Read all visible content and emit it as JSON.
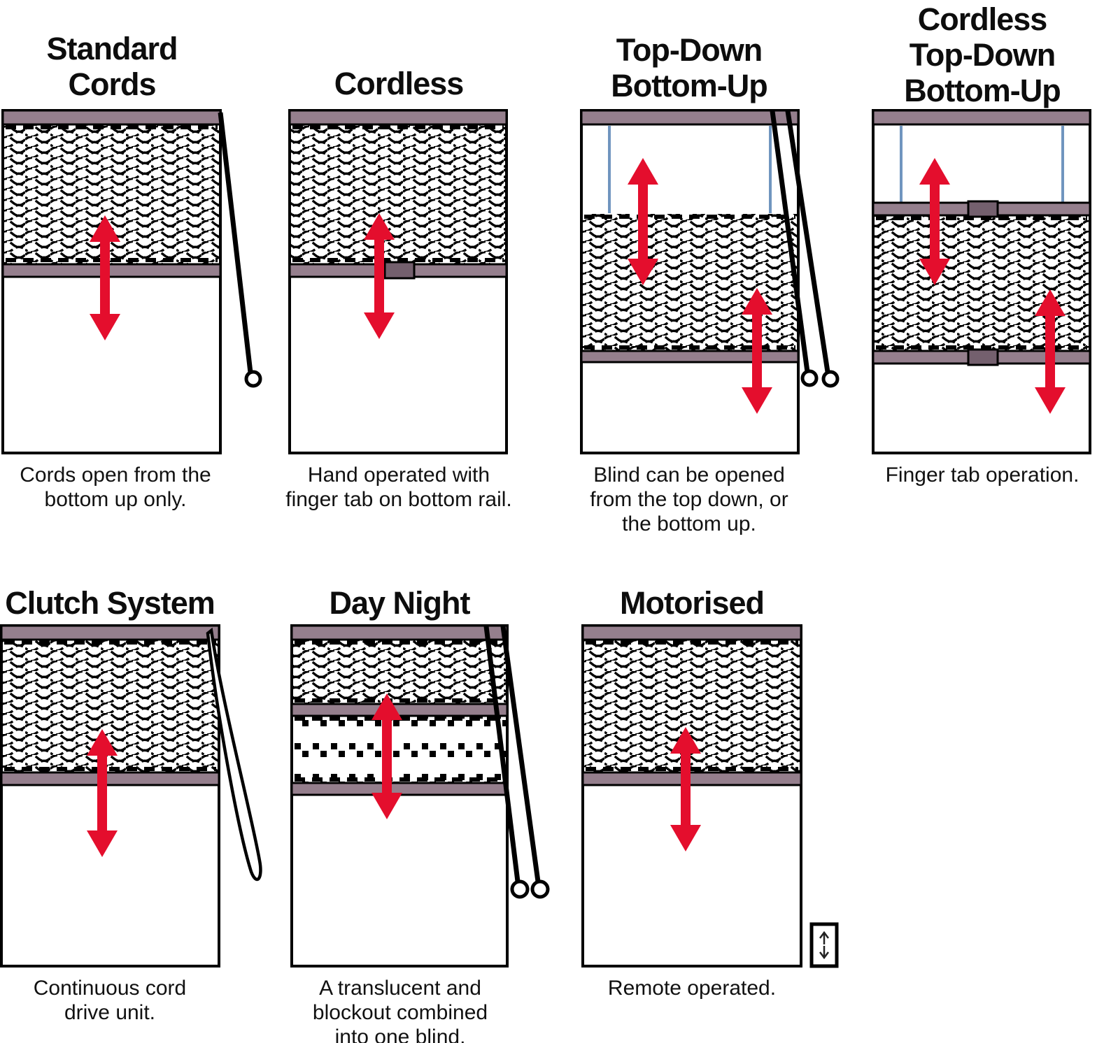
{
  "colors": {
    "rail": "#957f8d",
    "tab": "#74606e",
    "red": "#e40e2d",
    "blue": "#7095bf"
  },
  "icons": {
    "up-down-arrow-icon": "red double-headed vertical arrow",
    "pull-cord-icon": "black cord line ending in a ring",
    "cord-loop-icon": "continuous cord loop",
    "finger-tab-icon": "small dark tab on rail",
    "guide-string-icon": "thin blue vertical string",
    "remote-control-icon": "small remote with up/down arrows",
    "fabric-texture": "woven zigzag blind fabric",
    "translucent-texture": "sparse dotted translucent fabric"
  },
  "panels": [
    {
      "id": "standard-cords",
      "title": "Standard\nCords",
      "caption": "Cords open from the\nbottom up only."
    },
    {
      "id": "cordless",
      "title": "Cordless",
      "caption": "Hand operated with\nfinger tab on bottom rail."
    },
    {
      "id": "top-down-bottom-up",
      "title": "Top-Down\nBottom-Up",
      "caption": "Blind can be opened\nfrom the top down, or\nthe bottom up."
    },
    {
      "id": "cordless-top-down-bottom-up",
      "title": "Cordless\nTop-Down\nBottom-Up",
      "caption": "Finger tab operation."
    },
    {
      "id": "clutch-system",
      "title": "Clutch System",
      "caption": "Continuous cord\ndrive unit."
    },
    {
      "id": "day-night",
      "title": "Day Night",
      "caption": "A translucent and\nblockout combined\ninto one blind."
    },
    {
      "id": "motorised",
      "title": "Motorised",
      "caption": "Remote operated."
    }
  ]
}
